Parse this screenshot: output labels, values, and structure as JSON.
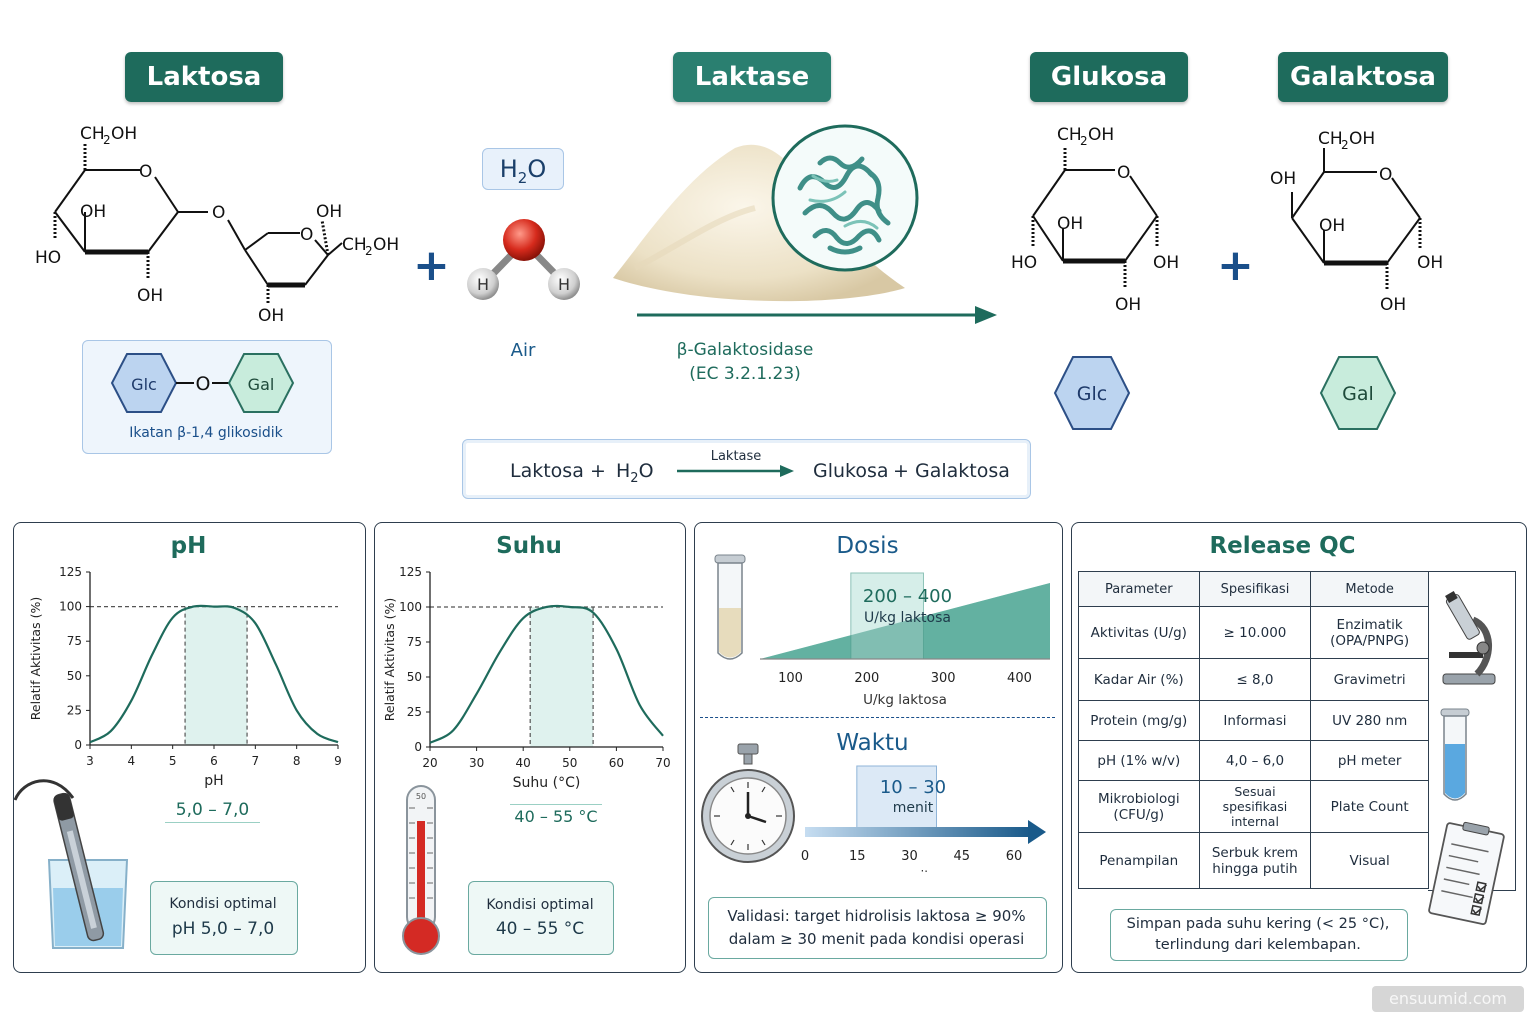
{
  "headers": {
    "lactose": "Laktosa",
    "lactase": "Laktase",
    "glucose": "Glukosa",
    "galactose": "Galaktosa"
  },
  "lactose_structure": {
    "labels": [
      "CH",
      "2",
      "OH",
      "O",
      "OH",
      "HO",
      "OH",
      "O",
      "OH",
      "O",
      "CH",
      "2",
      "OH",
      "OH"
    ],
    "glc": "Glc",
    "link": "O",
    "gal": "Gal",
    "bond": "Ikatan β-1,4 glikosidik"
  },
  "water": {
    "formula_h": "H",
    "formula_2": "2",
    "formula_o": "O",
    "atom_h1": "H",
    "atom_h2": "H",
    "name": "Air"
  },
  "plus": "+",
  "enzyme": {
    "name": "β-Galaktosidase",
    "ec": "(EC 3.2.1.23)"
  },
  "glucose_structure": {
    "labels": [
      "CH",
      "2",
      "OH",
      "O",
      "OH",
      "HO",
      "OH",
      "OH"
    ],
    "hex": "Glc"
  },
  "galactose_structure": {
    "labels": [
      "CH",
      "2",
      "OH",
      "OH",
      "O",
      "OH",
      "OH",
      "OH"
    ],
    "hex": "Gal"
  },
  "equation": {
    "lhs1": "Laktosa",
    "plus1": "+",
    "lhs2_h": "H",
    "lhs2_2": "2",
    "lhs2_o": "O",
    "arrow_label": "Laktase",
    "rhs1": "Glukosa",
    "plus2": "+",
    "rhs2": "Galaktosa"
  },
  "ph_panel": {
    "title": "pH",
    "chart_data": {
      "type": "line",
      "ylabel": "Relatif Aktivitas (%)",
      "xlabel": "pH",
      "x_ticks": [
        "3",
        "4",
        "5",
        "6",
        "7",
        "8",
        "9"
      ],
      "y_ticks": [
        "0",
        "25",
        "50",
        "75",
        "100",
        "125"
      ],
      "xlim": [
        3,
        9
      ],
      "ylim": [
        0,
        125
      ],
      "optimal_range": [
        5.3,
        6.8
      ],
      "curve_x": [
        3,
        3.5,
        4,
        4.5,
        5,
        5.5,
        6,
        6.5,
        7,
        7.5,
        8,
        8.5,
        9
      ],
      "curve_y": [
        2,
        10,
        32,
        65,
        92,
        100,
        100,
        99,
        88,
        58,
        25,
        8,
        2
      ]
    },
    "range": "5,0 – 7,0",
    "box_l1": "Kondisi optimal",
    "box_l2": "pH 5,0 – 7,0"
  },
  "temp_panel": {
    "title": "Suhu",
    "chart_data": {
      "type": "line",
      "ylabel": "Relatif Aktivitas (%)",
      "xlabel": "Suhu (°C)",
      "x_ticks": [
        "20",
        "30",
        "40",
        "50",
        "60",
        "70"
      ],
      "y_ticks": [
        "0",
        "25",
        "50",
        "75",
        "100",
        "125"
      ],
      "xlim": [
        20,
        70
      ],
      "ylim": [
        0,
        125
      ],
      "optimal_range": [
        41.5,
        55
      ],
      "curve_x": [
        20,
        25,
        30,
        35,
        40,
        45,
        50,
        55,
        60,
        65,
        70
      ],
      "curve_y": [
        3,
        12,
        38,
        68,
        92,
        100,
        100,
        96,
        70,
        30,
        8
      ]
    },
    "thermometer_mark": "50",
    "range": "40 – 55 °C",
    "box_l1": "Kondisi optimal",
    "box_l2": "40 – 55 °C"
  },
  "dose_panel": {
    "title": "Dosis",
    "chart_data": {
      "type": "area",
      "xlabel": "U/kg laktosa",
      "x_ticks": [
        "100",
        "200",
        "300",
        "400"
      ],
      "xlim": [
        60,
        440
      ],
      "range": [
        200,
        400
      ]
    },
    "range_value": "200 – 400",
    "range_unit": "U/kg laktosa",
    "time_title": "Waktu",
    "time_chart": {
      "xlabel": "menit",
      "x_ticks": [
        "0",
        "15",
        "30",
        "45",
        "60"
      ],
      "xlim": [
        0,
        60
      ],
      "range": [
        10,
        30
      ]
    },
    "time_value": "10 – 30",
    "time_unit": "menit",
    "validation_l1": "Validasi: target hidrolisis laktosa ≥ 90%",
    "validation_l2": "dalam ≥ 30 menit pada kondisi operasi"
  },
  "qc_panel": {
    "title": "Release QC",
    "headers": [
      "Parameter",
      "Spesifikasi",
      "Metode"
    ],
    "rows": [
      [
        "Aktivitas (U/g)",
        "≥ 10.000",
        "Enzimatik (OPA/PNPG)"
      ],
      [
        "Kadar Air (%)",
        "≤ 8,0",
        "Gravimetri"
      ],
      [
        "Protein (mg/g)",
        "Informasi",
        "UV 280 nm"
      ],
      [
        "pH (1% w/v)",
        "4,0 – 6,0",
        "pH meter"
      ],
      [
        "Mikrobiologi (CFU/g)",
        "Sesuai spesifikasi internal",
        "Plate Count"
      ],
      [
        "Penampilan",
        "Serbuk krem hingga putih",
        "Visual"
      ]
    ],
    "storage_l1": "Simpan pada suhu kering (< 25 °C),",
    "storage_l2": "terlindung dari kelembapan."
  },
  "watermark": "ensuumid.com",
  "colors": {
    "teal": "#1e6b5c",
    "green": "#2a8070",
    "blue": "#1a5a8a",
    "glc_fill": "#bcd4f0",
    "gal_fill": "#c8ecdc"
  }
}
